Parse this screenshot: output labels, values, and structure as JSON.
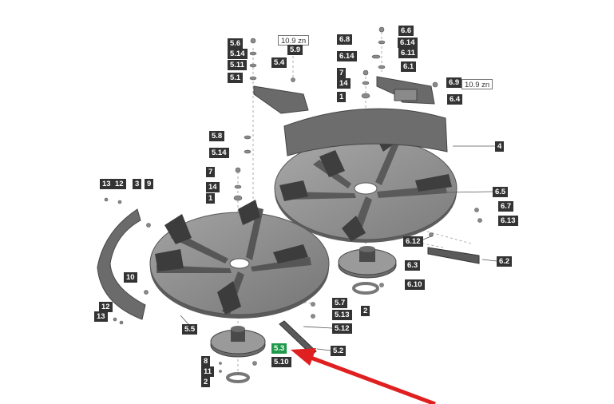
{
  "diagram": {
    "highlight_color": "#1f9a4a",
    "arrow_color": "#e02020",
    "part_color": "#7a7a7a",
    "labels": [
      {
        "id": "5.6",
        "text": "5.6"
      },
      {
        "id": "5.14a",
        "text": "5.14"
      },
      {
        "id": "5.11",
        "text": "5.11"
      },
      {
        "id": "5.1",
        "text": "5.1"
      },
      {
        "id": "10.9zn-a",
        "text": "10.9 zn"
      },
      {
        "id": "5.9",
        "text": "5.9"
      },
      {
        "id": "5.4",
        "text": "5.4"
      },
      {
        "id": "6.8",
        "text": "6.8"
      },
      {
        "id": "6.14a",
        "text": "6.14"
      },
      {
        "id": "6.14b",
        "text": "6.14"
      },
      {
        "id": "6.6",
        "text": "6.6"
      },
      {
        "id": "6.11",
        "text": "6.11"
      },
      {
        "id": "6.1",
        "text": "6.1"
      },
      {
        "id": "7a",
        "text": "7"
      },
      {
        "id": "14a",
        "text": "14"
      },
      {
        "id": "1a",
        "text": "1"
      },
      {
        "id": "6.9",
        "text": "6.9"
      },
      {
        "id": "10.9zn-b",
        "text": "10.9 zn"
      },
      {
        "id": "6.4",
        "text": "6.4"
      },
      {
        "id": "4",
        "text": "4"
      },
      {
        "id": "5.8",
        "text": "5.8"
      },
      {
        "id": "5.14b",
        "text": "5.14"
      },
      {
        "id": "7b",
        "text": "7"
      },
      {
        "id": "14b",
        "text": "14"
      },
      {
        "id": "1b",
        "text": "1"
      },
      {
        "id": "13a",
        "text": "13"
      },
      {
        "id": "12a",
        "text": "12"
      },
      {
        "id": "3",
        "text": "3"
      },
      {
        "id": "9",
        "text": "9"
      },
      {
        "id": "6.5",
        "text": "6.5"
      },
      {
        "id": "6.7",
        "text": "6.7"
      },
      {
        "id": "6.13",
        "text": "6.13"
      },
      {
        "id": "6.12",
        "text": "6.12"
      },
      {
        "id": "6.2",
        "text": "6.2"
      },
      {
        "id": "6.3",
        "text": "6.3"
      },
      {
        "id": "6.10",
        "text": "6.10"
      },
      {
        "id": "2a",
        "text": "2"
      },
      {
        "id": "10",
        "text": "10"
      },
      {
        "id": "12b",
        "text": "12"
      },
      {
        "id": "13b",
        "text": "13"
      },
      {
        "id": "5.5",
        "text": "5.5"
      },
      {
        "id": "5.7",
        "text": "5.7"
      },
      {
        "id": "5.13",
        "text": "5.13"
      },
      {
        "id": "5.12",
        "text": "5.12"
      },
      {
        "id": "5.3",
        "text": "5.3"
      },
      {
        "id": "5.2",
        "text": "5.2"
      },
      {
        "id": "5.10",
        "text": "5.10"
      },
      {
        "id": "8",
        "text": "8"
      },
      {
        "id": "11",
        "text": "11"
      },
      {
        "id": "2b",
        "text": "2"
      }
    ]
  }
}
